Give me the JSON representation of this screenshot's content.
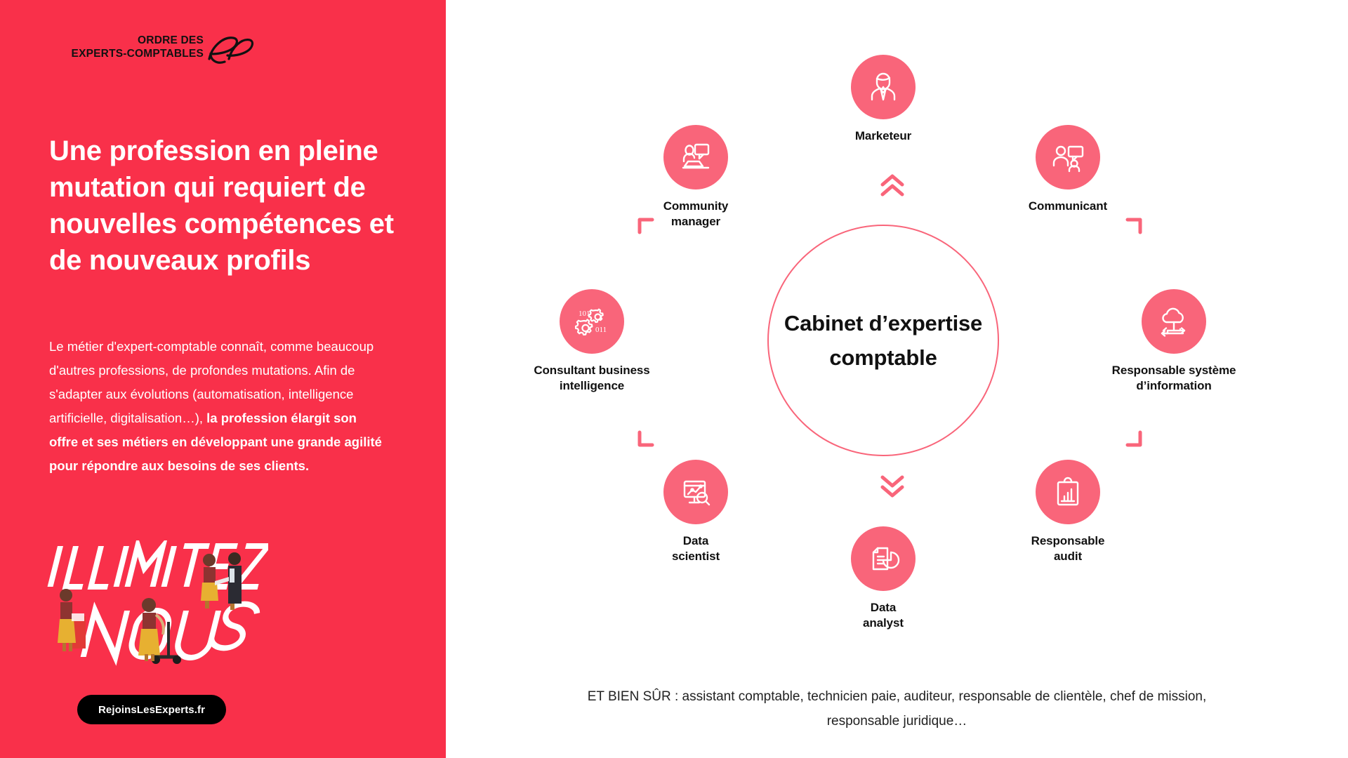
{
  "theme": {
    "panel_bg": "#F9304A",
    "accent": "#F9657A",
    "text_dark": "#111111",
    "text_light": "#FFFFFF",
    "button_bg": "#000000"
  },
  "left": {
    "logo": {
      "line1": "ORDRE DES",
      "line2": "EXPERTS-COMPTABLES",
      "mark": "ec-monogram-icon"
    },
    "headline": "Une profession en pleine mutation qui requiert de nouvelles compétences et de nouveaux profils",
    "body": {
      "regular_1": "Le métier d'expert-comptable connaît, comme beaucoup d'autres professions, de profondes mutations. Afin de s'adapter aux évolutions (automatisation, intelligence artificielle, digitalisation…), ",
      "bold_1": "la profession élargit son offre et ses métiers en développant une grande agilité pour répondre aux besoins de ses clients."
    },
    "campaign": {
      "line1": "ILLIMITEZ",
      "line2": "NOUS"
    },
    "cta_label": "RejoinsLesExperts.fr"
  },
  "diagram": {
    "center": "Cabinet\nd’expertise\ncomptable",
    "nodes": [
      {
        "id": "marketeur",
        "label": "Marketeur",
        "icon": "suit-person-icon"
      },
      {
        "id": "communicant",
        "label": "Communicant",
        "icon": "people-chat-icon"
      },
      {
        "id": "rsi",
        "label": "Responsable système\nd’information",
        "icon": "cloud-network-icon"
      },
      {
        "id": "audit",
        "label": "Responsable\naudit",
        "icon": "clipboard-bar-chart-icon"
      },
      {
        "id": "data-analyst",
        "label": "Data\nanalyst",
        "icon": "document-pie-chart-icon"
      },
      {
        "id": "data-scientist",
        "label": "Data\nscientist",
        "icon": "monitor-chart-magnifier-icon"
      },
      {
        "id": "consultant-bi",
        "label": "Consultant business\nintelligence",
        "icon": "gears-binary-icon"
      },
      {
        "id": "community-manager",
        "label": "Community\nmanager",
        "icon": "laptop-speech-bubble-icon"
      }
    ]
  },
  "caption": "ET BIEN SÛR : assistant comptable, technicien paie, auditeur, responsable de clientèle, chef de mission, responsable juridique…"
}
